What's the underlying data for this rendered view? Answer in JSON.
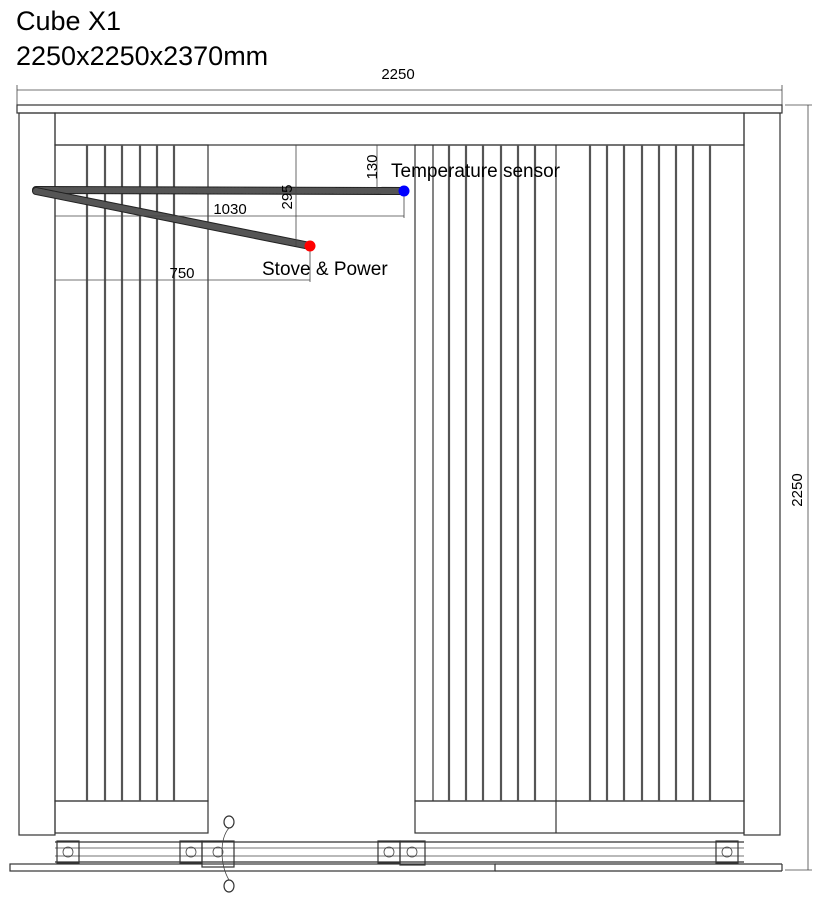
{
  "title": {
    "name": "Cube X1",
    "dimensions": "2250x2250x2370mm"
  },
  "dimensions": {
    "width": "2250",
    "depth": "2250",
    "sensor_offset": "130",
    "stove_offset": "295",
    "sensor_distance": "1030",
    "stove_distance": "750"
  },
  "markers": [
    {
      "label": "Temperature sensor",
      "color": "#0000ff"
    },
    {
      "label": "Stove & Power",
      "color": "#ff0000"
    }
  ]
}
